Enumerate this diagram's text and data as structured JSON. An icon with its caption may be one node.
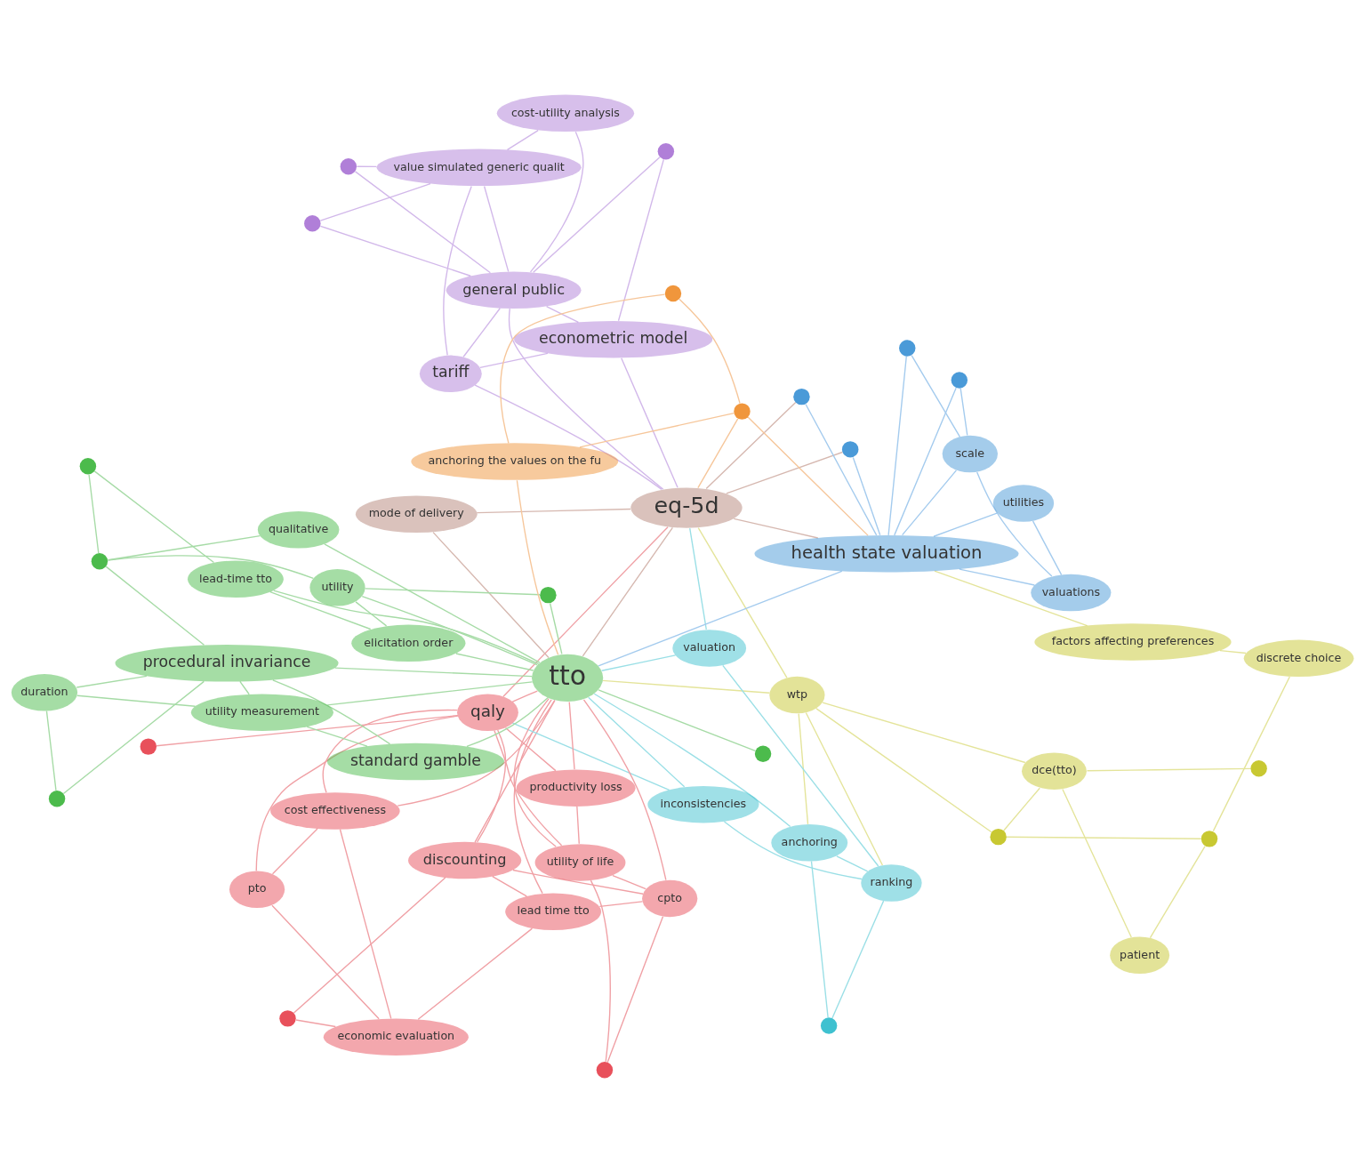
{
  "diagram": {
    "nodes": [
      {
        "text": [
          "economic evaluation"
        ]
      },
      {
        "text": [
          "lead time tto"
        ]
      },
      {
        "text": [
          "cost effectiveness"
        ]
      },
      {
        "text": [
          "cost-utility analysis"
        ]
      },
      {
        "text": [
          "pto"
        ]
      },
      {
        "text": [],
        "shape": "circle"
      },
      {
        "text": [
          "discounting"
        ]
      },
      {
        "text": [],
        "shape": "circle"
      },
      {
        "text": [
          "anchoring"
        ]
      },
      {
        "text": [],
        "shape": "circle"
      },
      {
        "text": [
          "general public"
        ]
      },
      {
        "text": [
          "inconsistencies"
        ]
      },
      {
        "text": [
          "cpto"
        ]
      },
      {
        "text": [],
        "shape": "circle"
      },
      {
        "text": [],
        "shape": "circle"
      },
      {
        "text": [],
        "shape": "circle"
      },
      {
        "text": [
          "wtp"
        ]
      },
      {
        "text": [
          "value simulated generic qualit"
        ]
      },
      {
        "text": [
          "ranking"
        ]
      },
      {
        "text": [],
        "shape": "circle"
      },
      {
        "text": [
          "tariff"
        ]
      },
      {
        "text": [
          "utility of life"
        ]
      },
      {
        "text": [
          "qaly"
        ]
      },
      {
        "text": [
          "valuation"
        ]
      },
      {
        "text": [
          "productivity loss"
        ]
      },
      {
        "text": [
          "dce(tto)"
        ]
      },
      {
        "text": [
          "econometric model"
        ]
      },
      {
        "text": [],
        "shape": "circle"
      },
      {
        "text": [
          "standard gamble"
        ]
      },
      {
        "text": [],
        "shape": "circle"
      },
      {
        "text": [
          "patient"
        ]
      },
      {
        "text": [
          "utility measurement"
        ]
      },
      {
        "text": [
          "tto"
        ]
      },
      {
        "text": [
          "eq-5d"
        ]
      },
      {
        "text": [
          "procedural invariance"
        ]
      },
      {
        "text": [],
        "shape": "circle"
      },
      {
        "text": [],
        "shape": "circle"
      },
      {
        "text": [],
        "shape": "circle"
      },
      {
        "text": [
          "discrete choice"
        ]
      },
      {
        "text": [],
        "shape": "circle"
      },
      {
        "text": [
          "duration"
        ]
      },
      {
        "text": [
          "health state valuation"
        ]
      },
      {
        "text": [],
        "shape": "circle"
      },
      {
        "text": [],
        "shape": "circle"
      },
      {
        "text": [],
        "shape": "circle"
      },
      {
        "text": [
          "utility"
        ]
      },
      {
        "text": [],
        "shape": "circle"
      },
      {
        "text": [
          "qualitative"
        ]
      },
      {
        "text": [
          "factors affecting preferences"
        ]
      },
      {
        "text": [
          "utilities"
        ]
      },
      {
        "text": [
          "elicitation order"
        ]
      },
      {
        "text": [],
        "shape": "circle"
      },
      {
        "text": [],
        "shape": "circle"
      },
      {
        "text": [],
        "shape": "circle"
      },
      {
        "text": [
          "lead-time tto"
        ]
      },
      {
        "text": [
          "valuations"
        ]
      },
      {
        "text": [
          "scale"
        ]
      },
      {
        "text": [
          "anchoring the values on the fu"
        ]
      },
      {
        "text": [],
        "shape": "circle"
      },
      {
        "text": [
          "mode of delivery"
        ]
      }
    ],
    "edges": [
      {
        "from": 2,
        "to": 0,
        "arrow": "none",
        "color": "#f0a0a5"
      },
      {
        "from": 2,
        "to": 4,
        "arrow": "none",
        "color": "#f0a0a5"
      },
      {
        "from": 2,
        "to": 22,
        "arrow": "none",
        "color": "#f0a0a5"
      },
      {
        "from": 0,
        "to": 4,
        "arrow": "none",
        "color": "#f0a0a5"
      },
      {
        "from": 0,
        "to": 5,
        "arrow": "none",
        "color": "#f0a0a5"
      },
      {
        "from": 0,
        "to": 1,
        "arrow": "none",
        "color": "#f0a0a5"
      },
      {
        "from": 1,
        "to": 6,
        "arrow": "none",
        "color": "#f0a0a5"
      },
      {
        "from": 1,
        "to": 12,
        "arrow": "none",
        "color": "#f0a0a5"
      },
      {
        "from": 5,
        "to": 6,
        "arrow": "none",
        "color": "#f0a0a5"
      },
      {
        "from": 6,
        "to": 12,
        "arrow": "none",
        "color": "#f0a0a5"
      },
      {
        "from": 6,
        "to": 22,
        "arrow": "none",
        "color": "#f0a0a5"
      },
      {
        "from": 12,
        "to": 21,
        "arrow": "none",
        "color": "#f0a0a5"
      },
      {
        "from": 12,
        "to": 13,
        "arrow": "none",
        "color": "#f0a0a5"
      },
      {
        "from": 21,
        "to": 24,
        "arrow": "none",
        "color": "#f0a0a5"
      },
      {
        "from": 22,
        "to": 21,
        "arrow": "none",
        "color": "#f0a0a5"
      },
      {
        "from": 22,
        "to": 4,
        "arrow": "none",
        "color": "#f0a0a5"
      },
      {
        "from": 22,
        "to": 14,
        "arrow": "none",
        "color": "#f0a0a5"
      },
      {
        "from": 22,
        "to": 24,
        "arrow": "none",
        "color": "#f0a0a5"
      },
      {
        "from": 13,
        "to": 21,
        "arrow": "none",
        "color": "#f0a0a5"
      },
      {
        "from": 22,
        "to": 32,
        "arrow": "none",
        "color": "#f0a0a5"
      },
      {
        "from": 22,
        "to": 33,
        "arrow": "none",
        "color": "#f0a0a5"
      },
      {
        "from": 2,
        "to": 32,
        "arrow": "none",
        "color": "#f0a0a5"
      },
      {
        "from": 6,
        "to": 32,
        "arrow": "none",
        "color": "#f0a0a5"
      },
      {
        "from": 12,
        "to": 32,
        "arrow": "none",
        "color": "#f0a0a5"
      },
      {
        "from": 21,
        "to": 32,
        "arrow": "none",
        "color": "#f0a0a5"
      },
      {
        "from": 24,
        "to": 32,
        "arrow": "none",
        "color": "#f0a0a5"
      },
      {
        "from": 1,
        "to": 32,
        "arrow": "none",
        "color": "#f0a0a5"
      },
      {
        "from": 7,
        "to": 10,
        "arrow": "none",
        "color": "#d2b8ea"
      },
      {
        "from": 7,
        "to": 17,
        "arrow": "none",
        "color": "#d2b8ea"
      },
      {
        "from": 10,
        "to": 17,
        "arrow": "none",
        "color": "#d2b8ea"
      },
      {
        "from": 10,
        "to": 15,
        "arrow": "none",
        "color": "#d2b8ea"
      },
      {
        "from": 15,
        "to": 17,
        "arrow": "none",
        "color": "#d2b8ea"
      },
      {
        "from": 17,
        "to": 20,
        "arrow": "none",
        "color": "#d2b8ea"
      },
      {
        "from": 10,
        "to": 20,
        "arrow": "none",
        "color": "#d2b8ea"
      },
      {
        "from": 20,
        "to": 26,
        "arrow": "none",
        "color": "#d2b8ea"
      },
      {
        "from": 19,
        "to": 26,
        "arrow": "none",
        "color": "#d2b8ea"
      },
      {
        "from": 10,
        "to": 26,
        "arrow": "none",
        "color": "#d2b8ea"
      },
      {
        "from": 3,
        "to": 10,
        "arrow": "none",
        "color": "#d2b8ea"
      },
      {
        "from": 3,
        "to": 17,
        "arrow": "none",
        "color": "#d2b8ea"
      },
      {
        "from": 20,
        "to": 33,
        "arrow": "none",
        "color": "#d2b8ea"
      },
      {
        "from": 26,
        "to": 33,
        "arrow": "none",
        "color": "#d2b8ea"
      },
      {
        "from": 10,
        "to": 33,
        "arrow": "none",
        "color": "#d2b8ea"
      },
      {
        "from": 19,
        "to": 10,
        "arrow": "none",
        "color": "#d2b8ea"
      },
      {
        "from": 8,
        "to": 9,
        "arrow": "none",
        "color": "#9adfe6"
      },
      {
        "from": 8,
        "to": 18,
        "arrow": "none",
        "color": "#9adfe6"
      },
      {
        "from": 9,
        "to": 18,
        "arrow": "none",
        "color": "#9adfe6"
      },
      {
        "from": 11,
        "to": 18,
        "arrow": "none",
        "color": "#9adfe6"
      },
      {
        "from": 18,
        "to": 23,
        "arrow": "none",
        "color": "#9adfe6"
      },
      {
        "from": 11,
        "to": 22,
        "arrow": "none",
        "color": "#9adfe6"
      },
      {
        "from": 23,
        "to": 33,
        "arrow": "none",
        "color": "#9adfe6"
      },
      {
        "from": 23,
        "to": 32,
        "arrow": "none",
        "color": "#9adfe6"
      },
      {
        "from": 8,
        "to": 32,
        "arrow": "none",
        "color": "#9adfe6"
      },
      {
        "from": 11,
        "to": 32,
        "arrow": "none",
        "color": "#9adfe6"
      },
      {
        "from": 16,
        "to": 25,
        "arrow": "none",
        "color": "#e4e49a"
      },
      {
        "from": 16,
        "to": 27,
        "arrow": "none",
        "color": "#e4e49a"
      },
      {
        "from": 25,
        "to": 27,
        "arrow": "none",
        "color": "#e4e49a"
      },
      {
        "from": 27,
        "to": 29,
        "arrow": "none",
        "color": "#e4e49a"
      },
      {
        "from": 29,
        "to": 30,
        "arrow": "none",
        "color": "#e4e49a"
      },
      {
        "from": 29,
        "to": 38,
        "arrow": "none",
        "color": "#e4e49a"
      },
      {
        "from": 38,
        "to": 48,
        "arrow": "none",
        "color": "#e4e49a"
      },
      {
        "from": 37,
        "to": 25,
        "arrow": "none",
        "color": "#e4e49a"
      },
      {
        "from": 30,
        "to": 25,
        "arrow": "none",
        "color": "#e4e49a"
      },
      {
        "from": 16,
        "to": 33,
        "arrow": "none",
        "color": "#e4e49a"
      },
      {
        "from": 16,
        "to": 32,
        "arrow": "none",
        "color": "#e4e49a"
      },
      {
        "from": 48,
        "to": 41,
        "arrow": "none",
        "color": "#e4e49a"
      },
      {
        "from": 16,
        "to": 8,
        "arrow": "none",
        "color": "#e4e49a"
      },
      {
        "from": 16,
        "to": 18,
        "arrow": "none",
        "color": "#e4e49a"
      },
      {
        "from": 32,
        "to": 28,
        "arrow": "none"
      },
      {
        "from": 32,
        "to": 34,
        "arrow": "none"
      },
      {
        "from": 32,
        "to": 31,
        "arrow": "none"
      },
      {
        "from": 28,
        "to": 34,
        "arrow": "none"
      },
      {
        "from": 34,
        "to": 31,
        "arrow": "none"
      },
      {
        "from": 34,
        "to": 39,
        "arrow": "none"
      },
      {
        "from": 34,
        "to": 40,
        "arrow": "none"
      },
      {
        "from": 31,
        "to": 40,
        "arrow": "none"
      },
      {
        "from": 39,
        "to": 40,
        "arrow": "none"
      },
      {
        "from": 32,
        "to": 45,
        "arrow": "none"
      },
      {
        "from": 45,
        "to": 46,
        "arrow": "none"
      },
      {
        "from": 46,
        "to": 47,
        "arrow": "none"
      },
      {
        "from": 46,
        "to": 34,
        "arrow": "none"
      },
      {
        "from": 32,
        "to": 43,
        "arrow": "none"
      },
      {
        "from": 32,
        "to": 44,
        "arrow": "none"
      },
      {
        "from": 44,
        "to": 45,
        "arrow": "none"
      },
      {
        "from": 45,
        "to": 50,
        "arrow": "none"
      },
      {
        "from": 50,
        "to": 54,
        "arrow": "none"
      },
      {
        "from": 54,
        "to": 53,
        "arrow": "none"
      },
      {
        "from": 53,
        "to": 46,
        "arrow": "none"
      },
      {
        "from": 32,
        "to": 54,
        "arrow": "none"
      },
      {
        "from": 28,
        "to": 31,
        "arrow": "none"
      },
      {
        "from": 32,
        "to": 47,
        "arrow": "none"
      },
      {
        "from": 32,
        "to": 50,
        "arrow": "none"
      },
      {
        "from": 33,
        "to": 32,
        "arrow": "none",
        "color": "#d6b8b0"
      },
      {
        "from": 33,
        "to": 59,
        "arrow": "none",
        "color": "#d6b8b0"
      },
      {
        "from": 33,
        "to": 41,
        "arrow": "none",
        "color": "#d6b8b0"
      },
      {
        "from": 33,
        "to": 35,
        "arrow": "none",
        "color": "#d6b8b0"
      },
      {
        "from": 33,
        "to": 36,
        "arrow": "none",
        "color": "#d6b8b0"
      },
      {
        "from": 32,
        "to": 59,
        "arrow": "none",
        "color": "#d6b8b0"
      },
      {
        "from": 41,
        "to": 35,
        "arrow": "none",
        "color": "#a4cbee"
      },
      {
        "from": 41,
        "to": 36,
        "arrow": "none",
        "color": "#a4cbee"
      },
      {
        "from": 41,
        "to": 49,
        "arrow": "none",
        "color": "#a4cbee"
      },
      {
        "from": 41,
        "to": 51,
        "arrow": "none",
        "color": "#a4cbee"
      },
      {
        "from": 41,
        "to": 52,
        "arrow": "none",
        "color": "#a4cbee"
      },
      {
        "from": 49,
        "to": 55,
        "arrow": "none",
        "color": "#a4cbee"
      },
      {
        "from": 51,
        "to": 56,
        "arrow": "none",
        "color": "#a4cbee"
      },
      {
        "from": 52,
        "to": 56,
        "arrow": "none",
        "color": "#a4cbee"
      },
      {
        "from": 55,
        "to": 56,
        "arrow": "none",
        "color": "#a4cbee"
      },
      {
        "from": 41,
        "to": 55,
        "arrow": "none",
        "color": "#a4cbee"
      },
      {
        "from": 41,
        "to": 56,
        "arrow": "none",
        "color": "#a4cbee"
      },
      {
        "from": 41,
        "to": 32,
        "arrow": "none",
        "color": "#a4cbee"
      },
      {
        "from": 42,
        "to": 41,
        "arrow": "none",
        "color": "#f6c69a"
      },
      {
        "from": 42,
        "to": 57,
        "arrow": "none",
        "color": "#f6c69a"
      },
      {
        "from": 42,
        "to": 58,
        "arrow": "none",
        "color": "#f6c69a"
      },
      {
        "from": 57,
        "to": 58,
        "arrow": "none",
        "color": "#f6c69a"
      },
      {
        "from": 42,
        "to": 33,
        "arrow": "none",
        "color": "#f6c69a"
      },
      {
        "from": 57,
        "to": 32,
        "arrow": "none",
        "color": "#f6c69a"
      }
    ]
  }
}
